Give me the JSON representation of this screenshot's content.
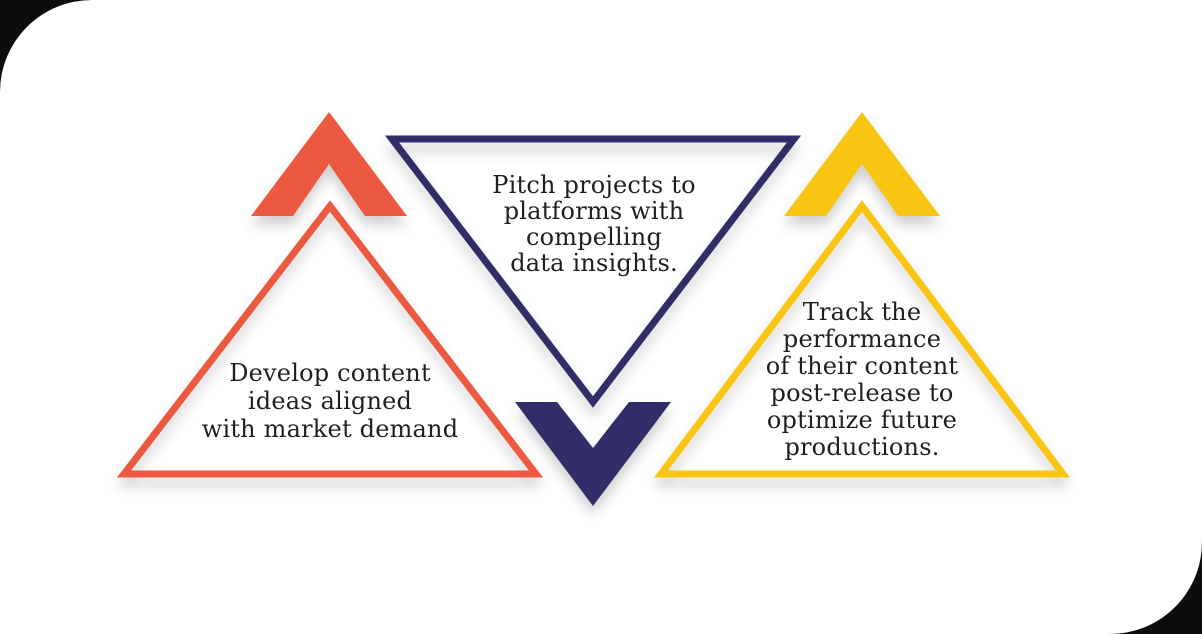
{
  "colors": {
    "coral": "#EC5941",
    "navy": "#302D68",
    "yellow": "#F9C513",
    "text": "#1F1F1F",
    "card_background": "#FFFFFF",
    "corner_accent": "#0D0D0D"
  },
  "triangles": [
    {
      "name": "develop",
      "direction": "up",
      "color": "#EC5941",
      "text": "Develop content\nideas aligned\nwith market demand"
    },
    {
      "name": "pitch",
      "direction": "down",
      "color": "#302D68",
      "text": "Pitch projects to\nplatforms with\ncompelling\ndata insights."
    },
    {
      "name": "track",
      "direction": "up",
      "color": "#F9C513",
      "text": "Track the\nperformance\nof their content\npost-release to\noptimize future\nproductions."
    }
  ]
}
